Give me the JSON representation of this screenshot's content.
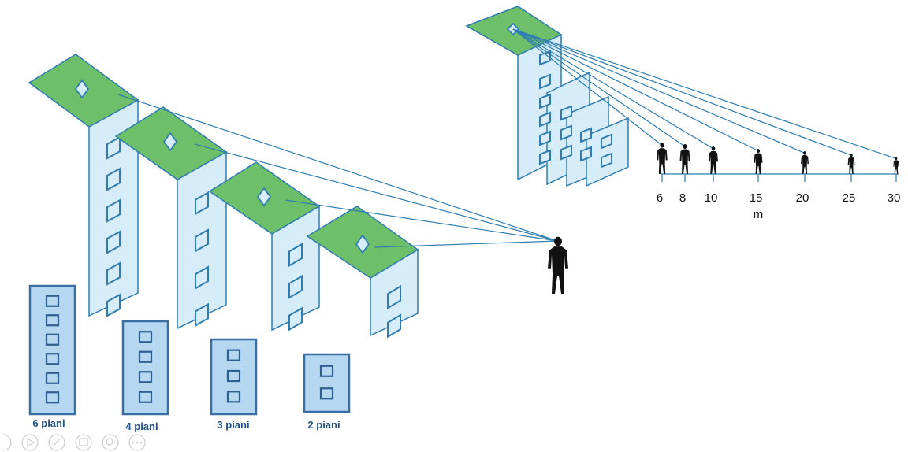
{
  "building_labels": [
    "6 piani",
    "4 piani",
    "3 piani",
    "2 piani"
  ],
  "floors": [
    6,
    4,
    3,
    2
  ],
  "distances": [
    "6",
    "8",
    "10",
    "15",
    "20",
    "25",
    "30"
  ],
  "distance_unit": "m",
  "colors": {
    "roof": "#6dbf6a",
    "wall": "#d6ecf8",
    "outline": "#2f7db0",
    "flat_building": "#b5d7ef",
    "label": "#1f4f86",
    "person": "#111111"
  },
  "icons": [
    "person-silhouette-icon",
    "diamond-sign-icon",
    "play-icon",
    "pen-icon",
    "slides-icon",
    "zoom-icon",
    "more-icon"
  ]
}
